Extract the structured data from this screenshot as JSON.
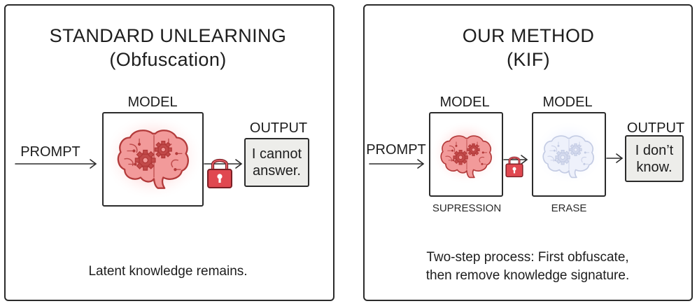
{
  "left_panel": {
    "title": "STANDARD UNLEARNING",
    "subtitle": "(Obfuscation)",
    "prompt_label": "PROMPT",
    "model_label": "MODEL",
    "output_label": "OUTPUT",
    "output_text_line1": "I cannot",
    "output_text_line2": "answer.",
    "caption": "Latent knowledge remains."
  },
  "right_panel": {
    "title": "OUR METHOD",
    "subtitle": "(KIF)",
    "prompt_label": "PROMPT",
    "model1_label": "MODEL",
    "model2_label": "MODEL",
    "model1_sublabel": "SUPRESSION",
    "model2_sublabel": "ERASE",
    "output_label": "OUTPUT",
    "output_text_line1": "I don’t",
    "output_text_line2": "know.",
    "caption_line1": "Two-step process: First obfuscate,",
    "caption_line2": "then remove knowledge signature."
  },
  "colors": {
    "brain_red": "#e0706e",
    "brain_red_dark": "#b23a3a",
    "brain_glow": "#ff9a9a",
    "brain_faded": "#cfd6ea",
    "brain_faded_glow": "#dce4ff",
    "lock_red": "#e04850",
    "output_bg": "#ededea"
  },
  "icons": [
    "brain-gears-icon",
    "padlock-icon",
    "faded-brain-gears-icon",
    "arrow-icon"
  ]
}
